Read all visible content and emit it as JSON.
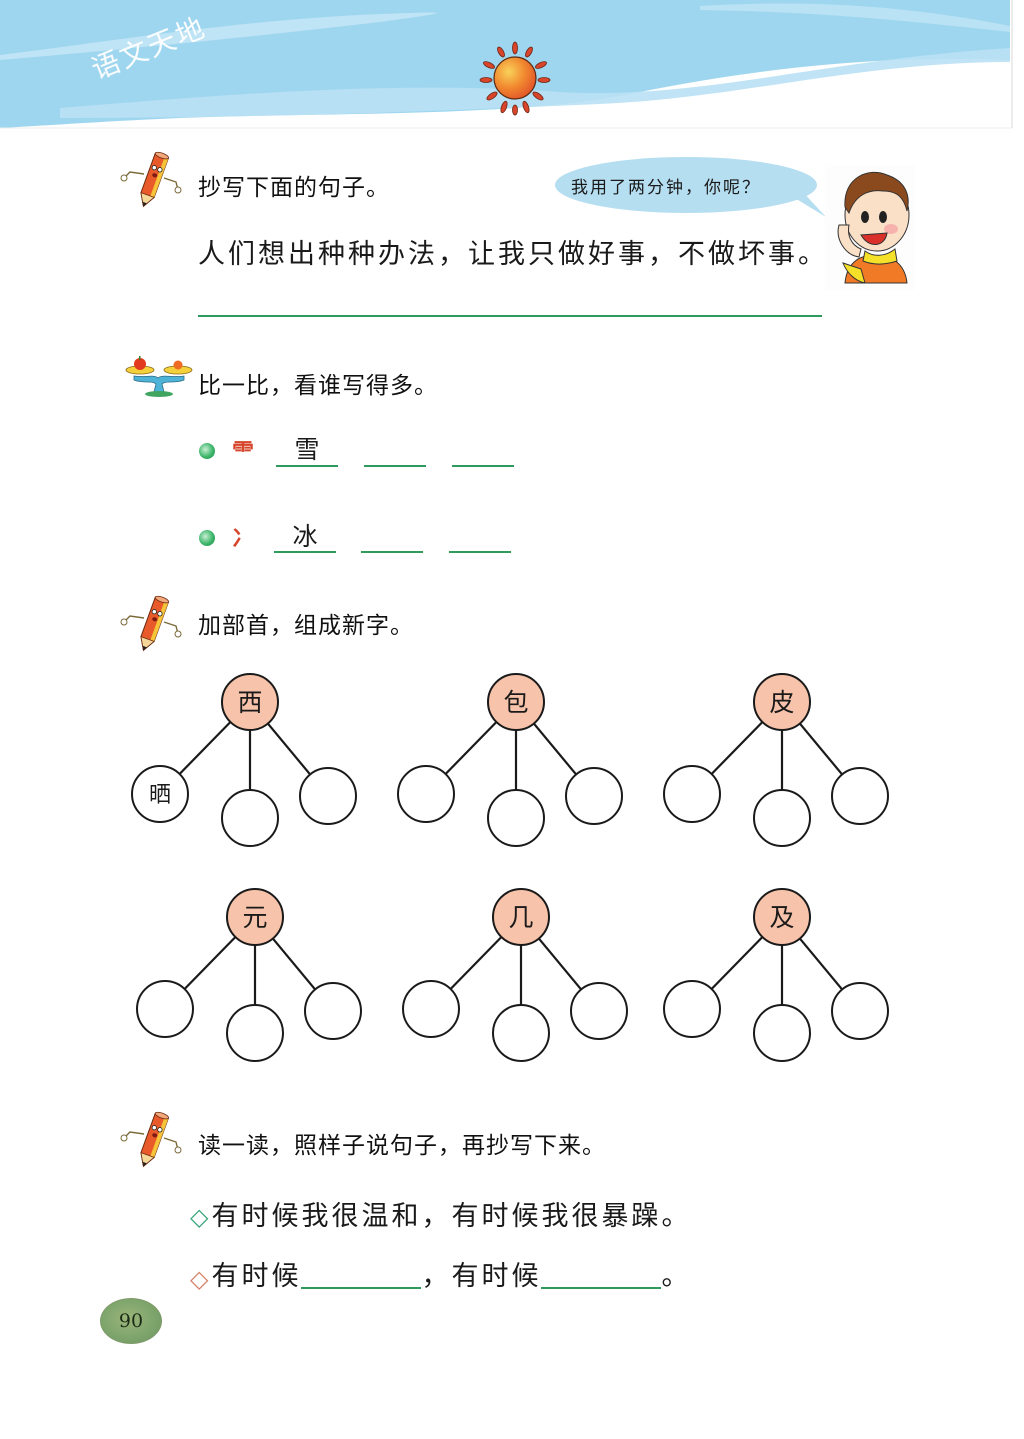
{
  "header": {
    "title": "语文天地",
    "banner_color": "#9fd6ef",
    "banner_light_color": "#c5e7f6"
  },
  "section1": {
    "icon": "pencil-character-icon",
    "instruction": "抄写下面的句子。",
    "sentence": "人们想出种种办法，让我只做好事，不做坏事。",
    "speech_bubble": "我用了两分钟，你呢？",
    "character": "boy-character"
  },
  "section2": {
    "icon": "balance-scale-icon",
    "instruction": "比一比，看谁写得多。",
    "rows": [
      {
        "radical": "⻗",
        "example": "雪",
        "blanks": 2
      },
      {
        "radical": "冫",
        "example": "冰",
        "blanks": 2
      }
    ]
  },
  "section3": {
    "icon": "pencil-character-icon",
    "instruction": "加部首，组成新字。",
    "trees": [
      {
        "root": "西",
        "children": [
          "晒",
          "",
          ""
        ]
      },
      {
        "root": "包",
        "children": [
          "",
          "",
          ""
        ]
      },
      {
        "root": "皮",
        "children": [
          "",
          "",
          ""
        ]
      },
      {
        "root": "元",
        "children": [
          "",
          "",
          ""
        ]
      },
      {
        "root": "几",
        "children": [
          "",
          "",
          ""
        ]
      },
      {
        "root": "及",
        "children": [
          "",
          "",
          ""
        ]
      }
    ],
    "root_fill": "#f7c3aa"
  },
  "section4": {
    "icon": "pencil-character-icon",
    "instruction": "读一读，照样子说句子，再抄写下来。",
    "example": {
      "marker": "◇",
      "marker_color": "#3aa57a",
      "text": "有时候我很温和，有时候我很暴躁。"
    },
    "exercise": {
      "marker": "◇",
      "marker_color": "#d4826a",
      "part1": "有时候",
      "comma": "，",
      "part2": "有时候",
      "end": "。"
    }
  },
  "footer": {
    "page_number": "90"
  }
}
